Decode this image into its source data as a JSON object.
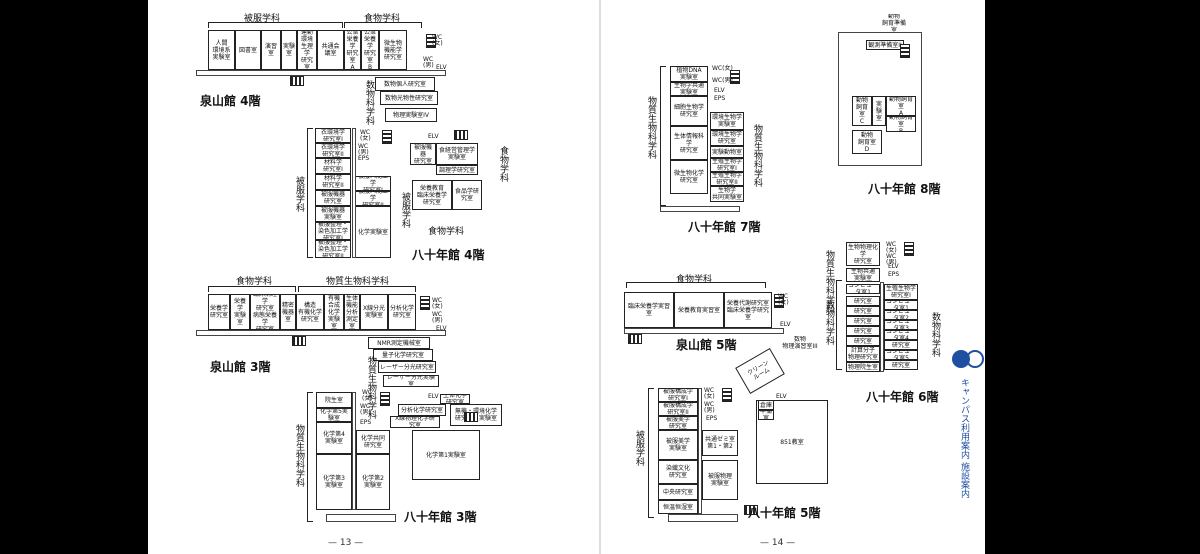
{
  "pages": {
    "left": "— 13 —",
    "right": "— 14 —"
  },
  "side_tab": {
    "label": "キャンパス利用案内 施設案内",
    "color": "#1f4fa0"
  },
  "floors": {
    "sen4": {
      "title": "泉山館 4階",
      "depts": [
        "被服学科",
        "食物学科",
        "数物科学科"
      ],
      "rooms": [
        "人間\n環境系\n実験室",
        "図書室",
        "演習室",
        "実験\n室",
        "運動\n環境\n生理学\n研究室",
        "共通会議室",
        "公衆\n栄養学\n研究室\nA",
        "公衆\n栄養学\n研究室\nB",
        "微生物\n機能学\n研究室",
        "数物個人研究室",
        "数物光物性研究室",
        "物理実験室IV"
      ],
      "fac": [
        "WC\n(女)",
        "WC\n(男)",
        "ELV"
      ]
    },
    "yaso4": {
      "title": "八十年館 4階",
      "depts": [
        "被服学科",
        "食物学科",
        "被服学科",
        "食物学科"
      ],
      "rooms": [
        "衣環境学\n研究室I",
        "衣環境学\n研究室II",
        "材料学\n研究室I",
        "材料学\n研究室II",
        "被服人間工学\n研究室I",
        "被服人間工学\n研究室II",
        "被服機器\n研究室",
        "被服機器\n実験室",
        "被服整理・\n染色加工学\n研究室I",
        "被服整理・\n染色加工学\n研究室II",
        "化学実験室",
        "被服機器\n研究室",
        "食経営管理学\n実験室",
        "調理学研究室",
        "栄養教育\n臨床栄養学\n研究室",
        "食品学研究室"
      ],
      "fac": [
        "WC\n(女)",
        "WC\n(男)",
        "ELV",
        "EPS"
      ]
    },
    "sen3": {
      "title": "泉山館 3階",
      "depts": [
        "食物学科",
        "物質生物科学科"
      ],
      "rooms": [
        "栄養学\n研究室",
        "栄養学\n実験室",
        "臨床病理学\n研究室\n病態栄養学\n研究室",
        "精密\n機器室",
        "構造\n有機化学\n研究室",
        "有機\n合成化学\n実験室",
        "生体\n機能\n分析\n測定室",
        "X線分光\n実験室",
        "分析化学\n研究室",
        "NMR測定機械室",
        "量子化学研究室",
        "レーザー分光研究室",
        "レーザー分光実験室"
      ],
      "fac": [
        "WC\n(女)",
        "WC\n(男)",
        "ELV"
      ]
    },
    "yaso3": {
      "title": "八十年館 3階",
      "depts": [
        "物質生物科学科",
        "物質生物科学科"
      ],
      "rooms": [
        "院生室",
        "化学第5実験室",
        "化学第4\n実験室",
        "化学共同\n研究室",
        "化学第3\n実験室",
        "化学第2\n実験室",
        "化学第1実験室",
        "分析化学研究室",
        "X線物理化学研究室",
        "無機・環境化学\n研究室・実験室",
        "生体化学\n研究室"
      ],
      "fac": [
        "WC\n(女)",
        "WC\n(男)",
        "ELV",
        "EPS"
      ]
    },
    "yaso7": {
      "title": "八十年館 7階",
      "depts": [
        "物質生物科学科",
        "物質生物科学科"
      ],
      "rooms": [
        "植物DNA\n実験室",
        "生物学共通\n実験室",
        "細胞生物学\n研究室",
        "生体情報科学\n研究室",
        "微生物化学\n研究室",
        "環境生物学\n実験室",
        "環境生物学\n研究室",
        "実験動物室",
        "生殖生物学\n研究室I",
        "生殖生物学\n研究室II",
        "生物学\n共同実験室"
      ],
      "fac": [
        "WC(女)",
        "WC(男)",
        "ELV",
        "EPS"
      ]
    },
    "yaso8": {
      "title": "八十年館 8階",
      "rooms": [
        "動物\n飼育準備室",
        "観測準備室II",
        "動物\n飼育室\nC",
        "実験\n室",
        "動物飼育室\nA",
        "動物飼育室\nB",
        "動物\n飼育室\nD"
      ]
    },
    "sen5": {
      "title": "泉山館 5階",
      "depts": [
        "食物学科"
      ],
      "rooms": [
        "臨床栄養学実習室",
        "栄養教育実習室",
        "栄養代謝研究室\n臨床栄養学研究室",
        "数物\n物理演習室III",
        "クリーン\nルーム"
      ],
      "fac": [
        "WC\n(女)",
        "ELV"
      ]
    },
    "yaso5": {
      "title": "八十年館 5階",
      "depts": [
        "被服学科"
      ],
      "rooms": [
        "被服構成学\n研究室I",
        "被服構成学\n研究室II",
        "被服美学\n研究室",
        "被服美学\n実験室",
        "共通ゼミ室\n第1・第2",
        "染織文化\n研究室",
        "中央研究室",
        "被服物理\n実験室",
        "恒温恒湿室",
        "851教室",
        "倉庫",
        "準備室"
      ],
      "fac": [
        "WC\n(女)",
        "WC\n(男)",
        "ELV",
        "EPS"
      ]
    },
    "yaso6": {
      "title": "八十年館 6階",
      "depts": [
        "物質生物科学科",
        "数物科学科",
        "数物科学科"
      ],
      "rooms": [
        "生物物理化学\n研究室",
        "生物共通\n実験室",
        "コンピュータ室1",
        "研究室",
        "研究室",
        "研究室",
        "研究室",
        "研究室",
        "計算分子\n物理研究室",
        "物理院生室",
        "生殖生物学\n研究室I",
        "コンピュータ室1",
        "コンピュータ室2",
        "コンピュータ室3",
        "コンピュータ室4",
        "研究室",
        "コンピュータ室5",
        "研究室"
      ],
      "fac": [
        "WC\n(女)",
        "WC\n(男)",
        "ELV",
        "EPS"
      ]
    }
  }
}
